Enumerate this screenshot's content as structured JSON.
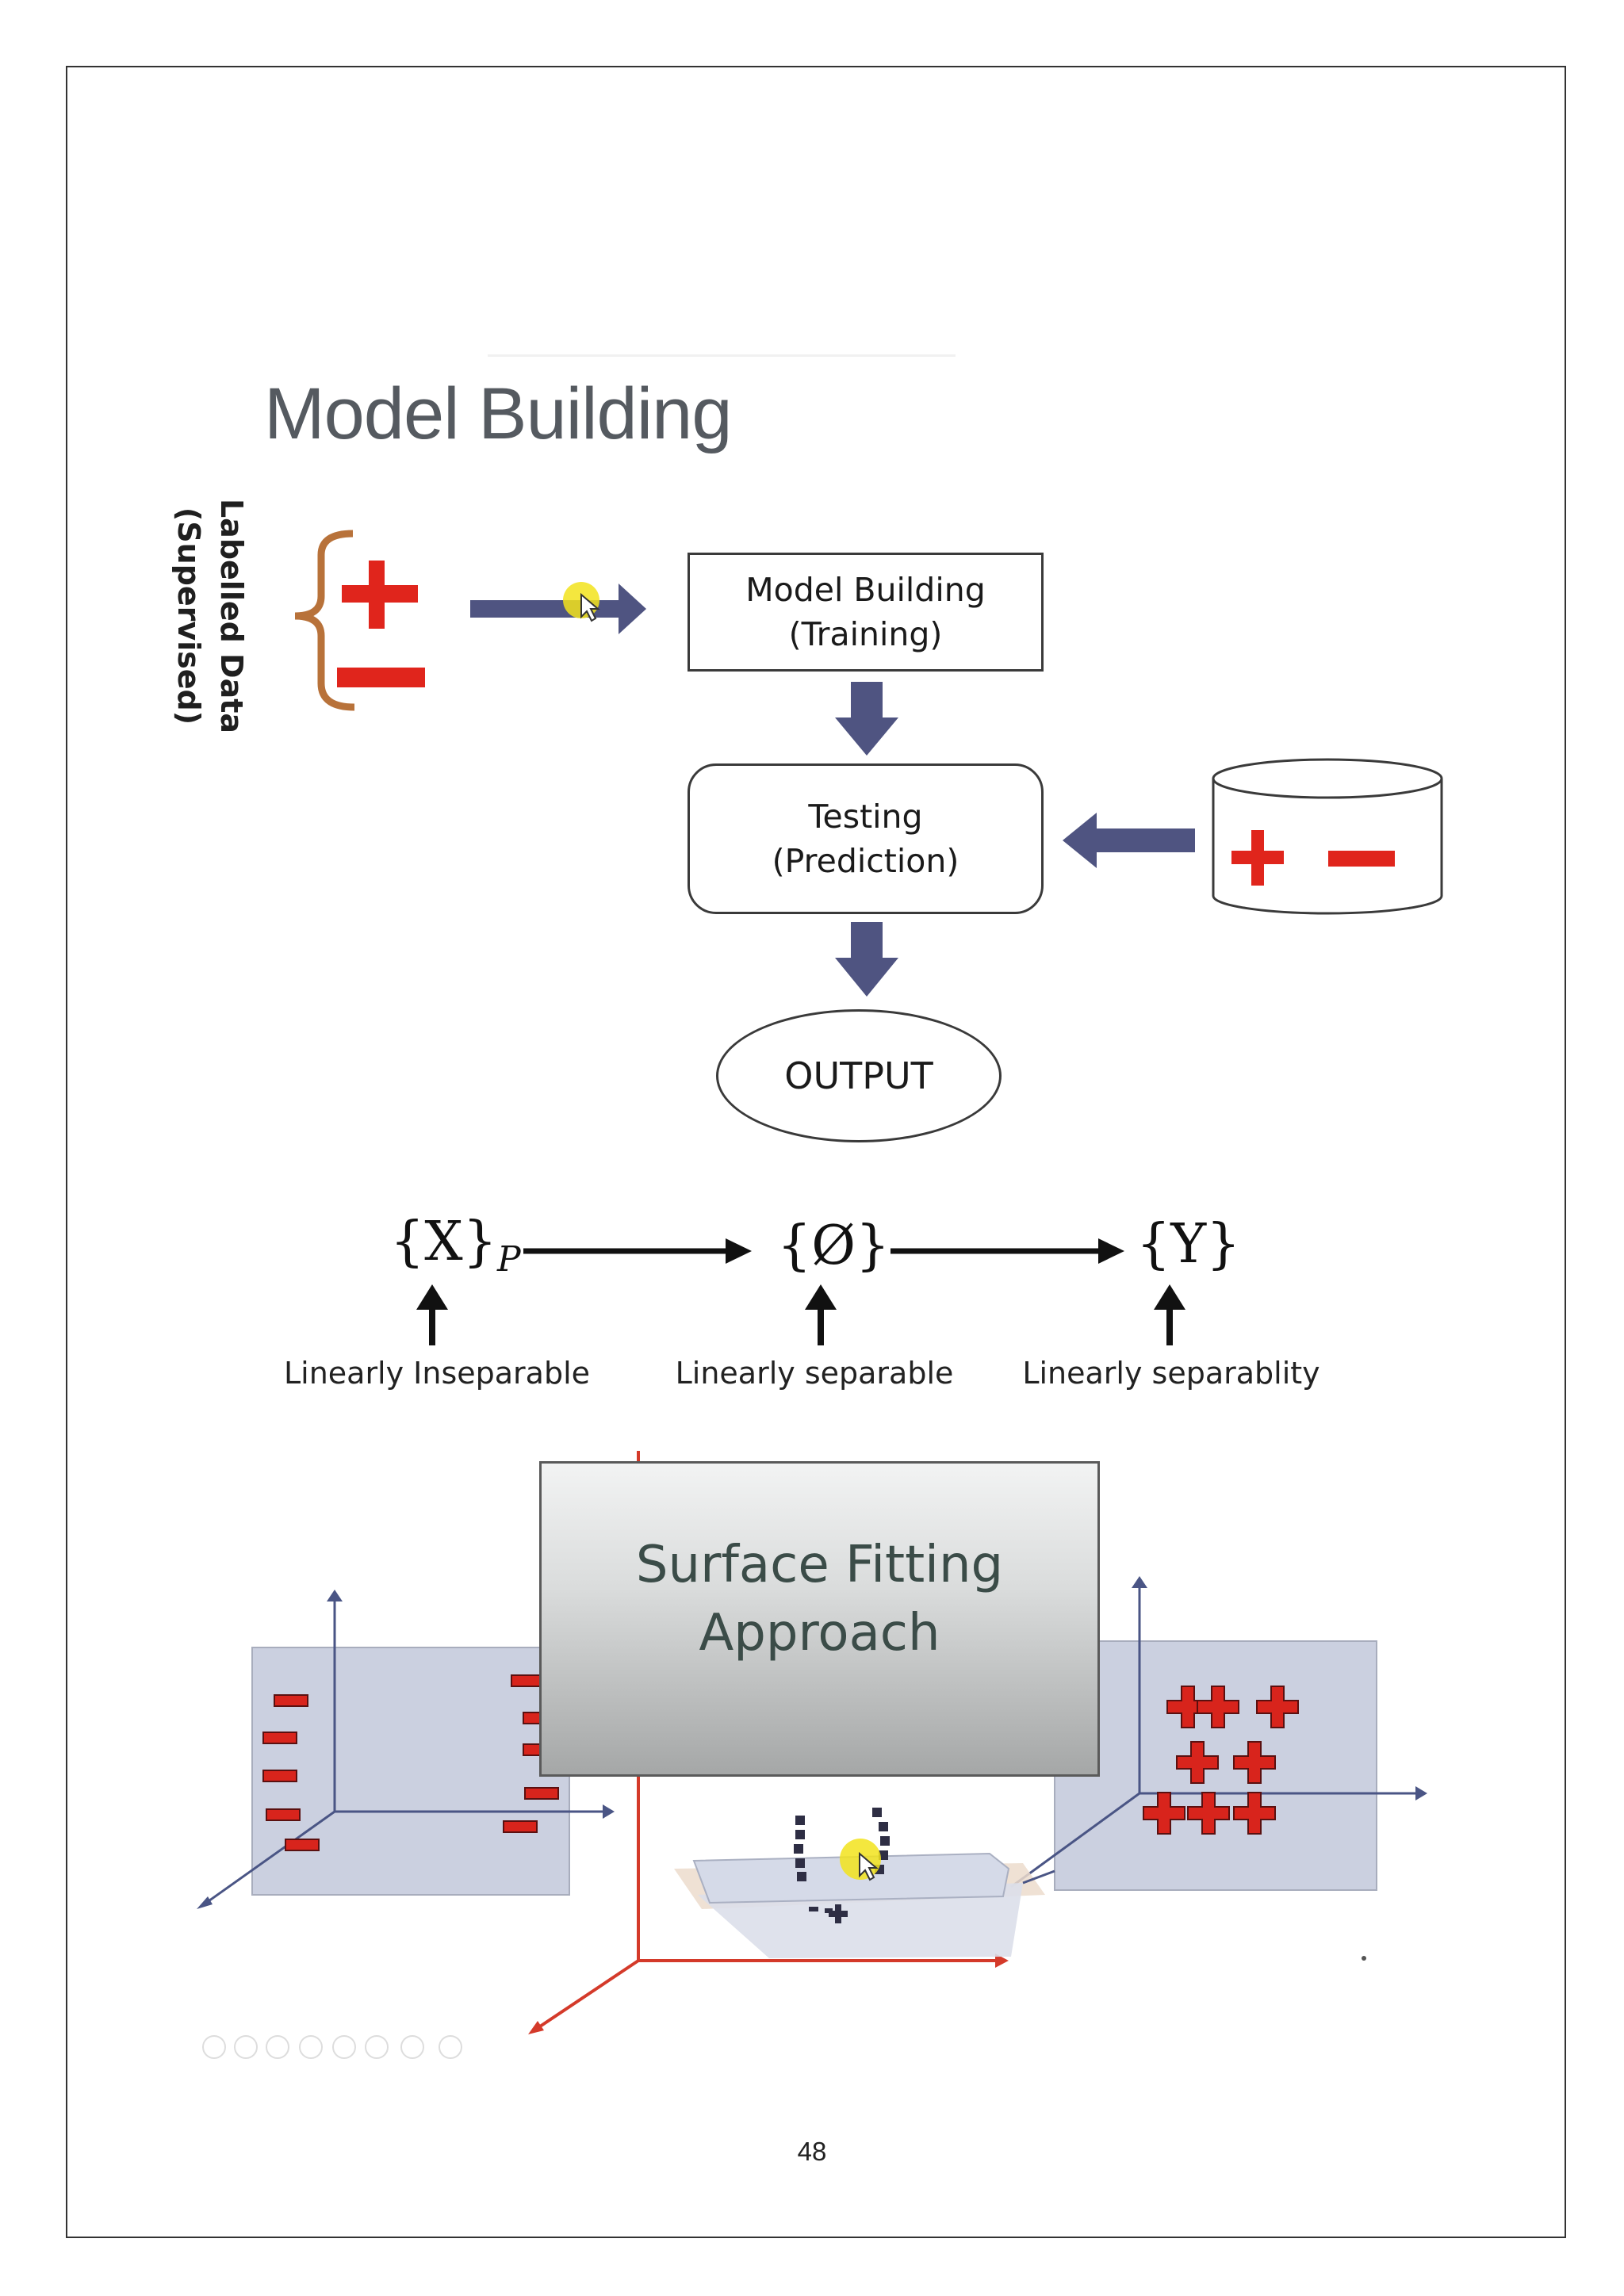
{
  "slide": {
    "title": "Model Building",
    "side_label_line1": "Labelled Data",
    "side_label_line2": "(Supervised)"
  },
  "flow": {
    "model_box": "Model Building\n(Training)",
    "test_box": "Testing\n(Prediction)",
    "output_box": "OUTPUT"
  },
  "mapping": {
    "x_set": "{X}",
    "x_sub": "P",
    "phi_set": "{Ø}",
    "y_set": "{Y}",
    "caption_x": "Linearly Inseparable",
    "caption_phi": "Linearly separable",
    "caption_y": "Linearly separablity"
  },
  "overlay": {
    "text": "Surface Fitting\nApproach"
  },
  "page_number": "48",
  "colors": {
    "arrow_blue": "#4f5481",
    "plus_red": "#e0251c",
    "brace_orange": "#b8723a",
    "axis_red": "#d43a2a",
    "pointer_yellow": "#f2e31c"
  }
}
